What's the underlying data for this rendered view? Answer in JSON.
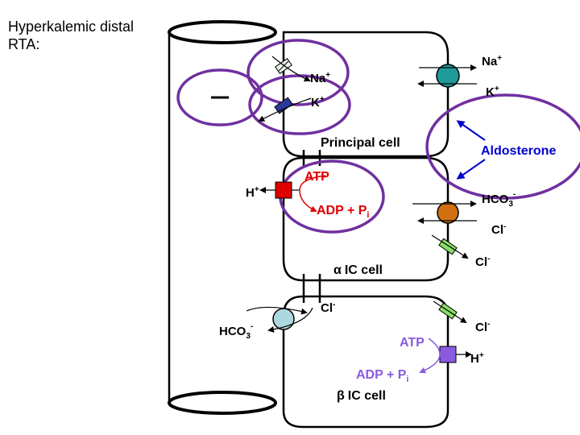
{
  "title_line1": "Hyperkalemic distal",
  "title_line2": "RTA:",
  "labels": {
    "na_apical": "Na",
    "k_apical": "K",
    "na_baso": "Na",
    "k_baso": "K",
    "plus": "+",
    "minus": "-",
    "principal_cell": "Principal cell",
    "aldosterone": "Aldosterone",
    "h_alpha": "H",
    "atp_alpha": "ATP",
    "adp_alpha": "ADP + P",
    "sub_i": "i",
    "hco3_alpha": "HCO",
    "sub_3": "3",
    "cl_alpha_1": "Cl",
    "cl_alpha_2": "Cl",
    "alpha_symbol": "α",
    "alpha_cell": "IC cell",
    "cl_beta_top": "Cl",
    "hco3_beta": "HCO",
    "atp_beta": "ATP",
    "cl_beta_right": "Cl",
    "h_beta": "H",
    "adp_beta": "ADP + P",
    "beta_symbol": "β",
    "beta_cell": "IC cell"
  },
  "colors": {
    "highlight": "#7030A0",
    "aldosterone": "#0000CC",
    "pump_na_k": "#1E9A9A",
    "exchanger": "#D07010",
    "h_pump_alpha": "#E00000",
    "atp_alpha": "#E00000",
    "h_pump_beta": "#8A5AE0",
    "cl_channel": "#88DD66",
    "na_channel": "#E8F4E8",
    "k_channel": "#2A3A9A",
    "hco3_exchanger_beta": "#ADD8E0"
  }
}
